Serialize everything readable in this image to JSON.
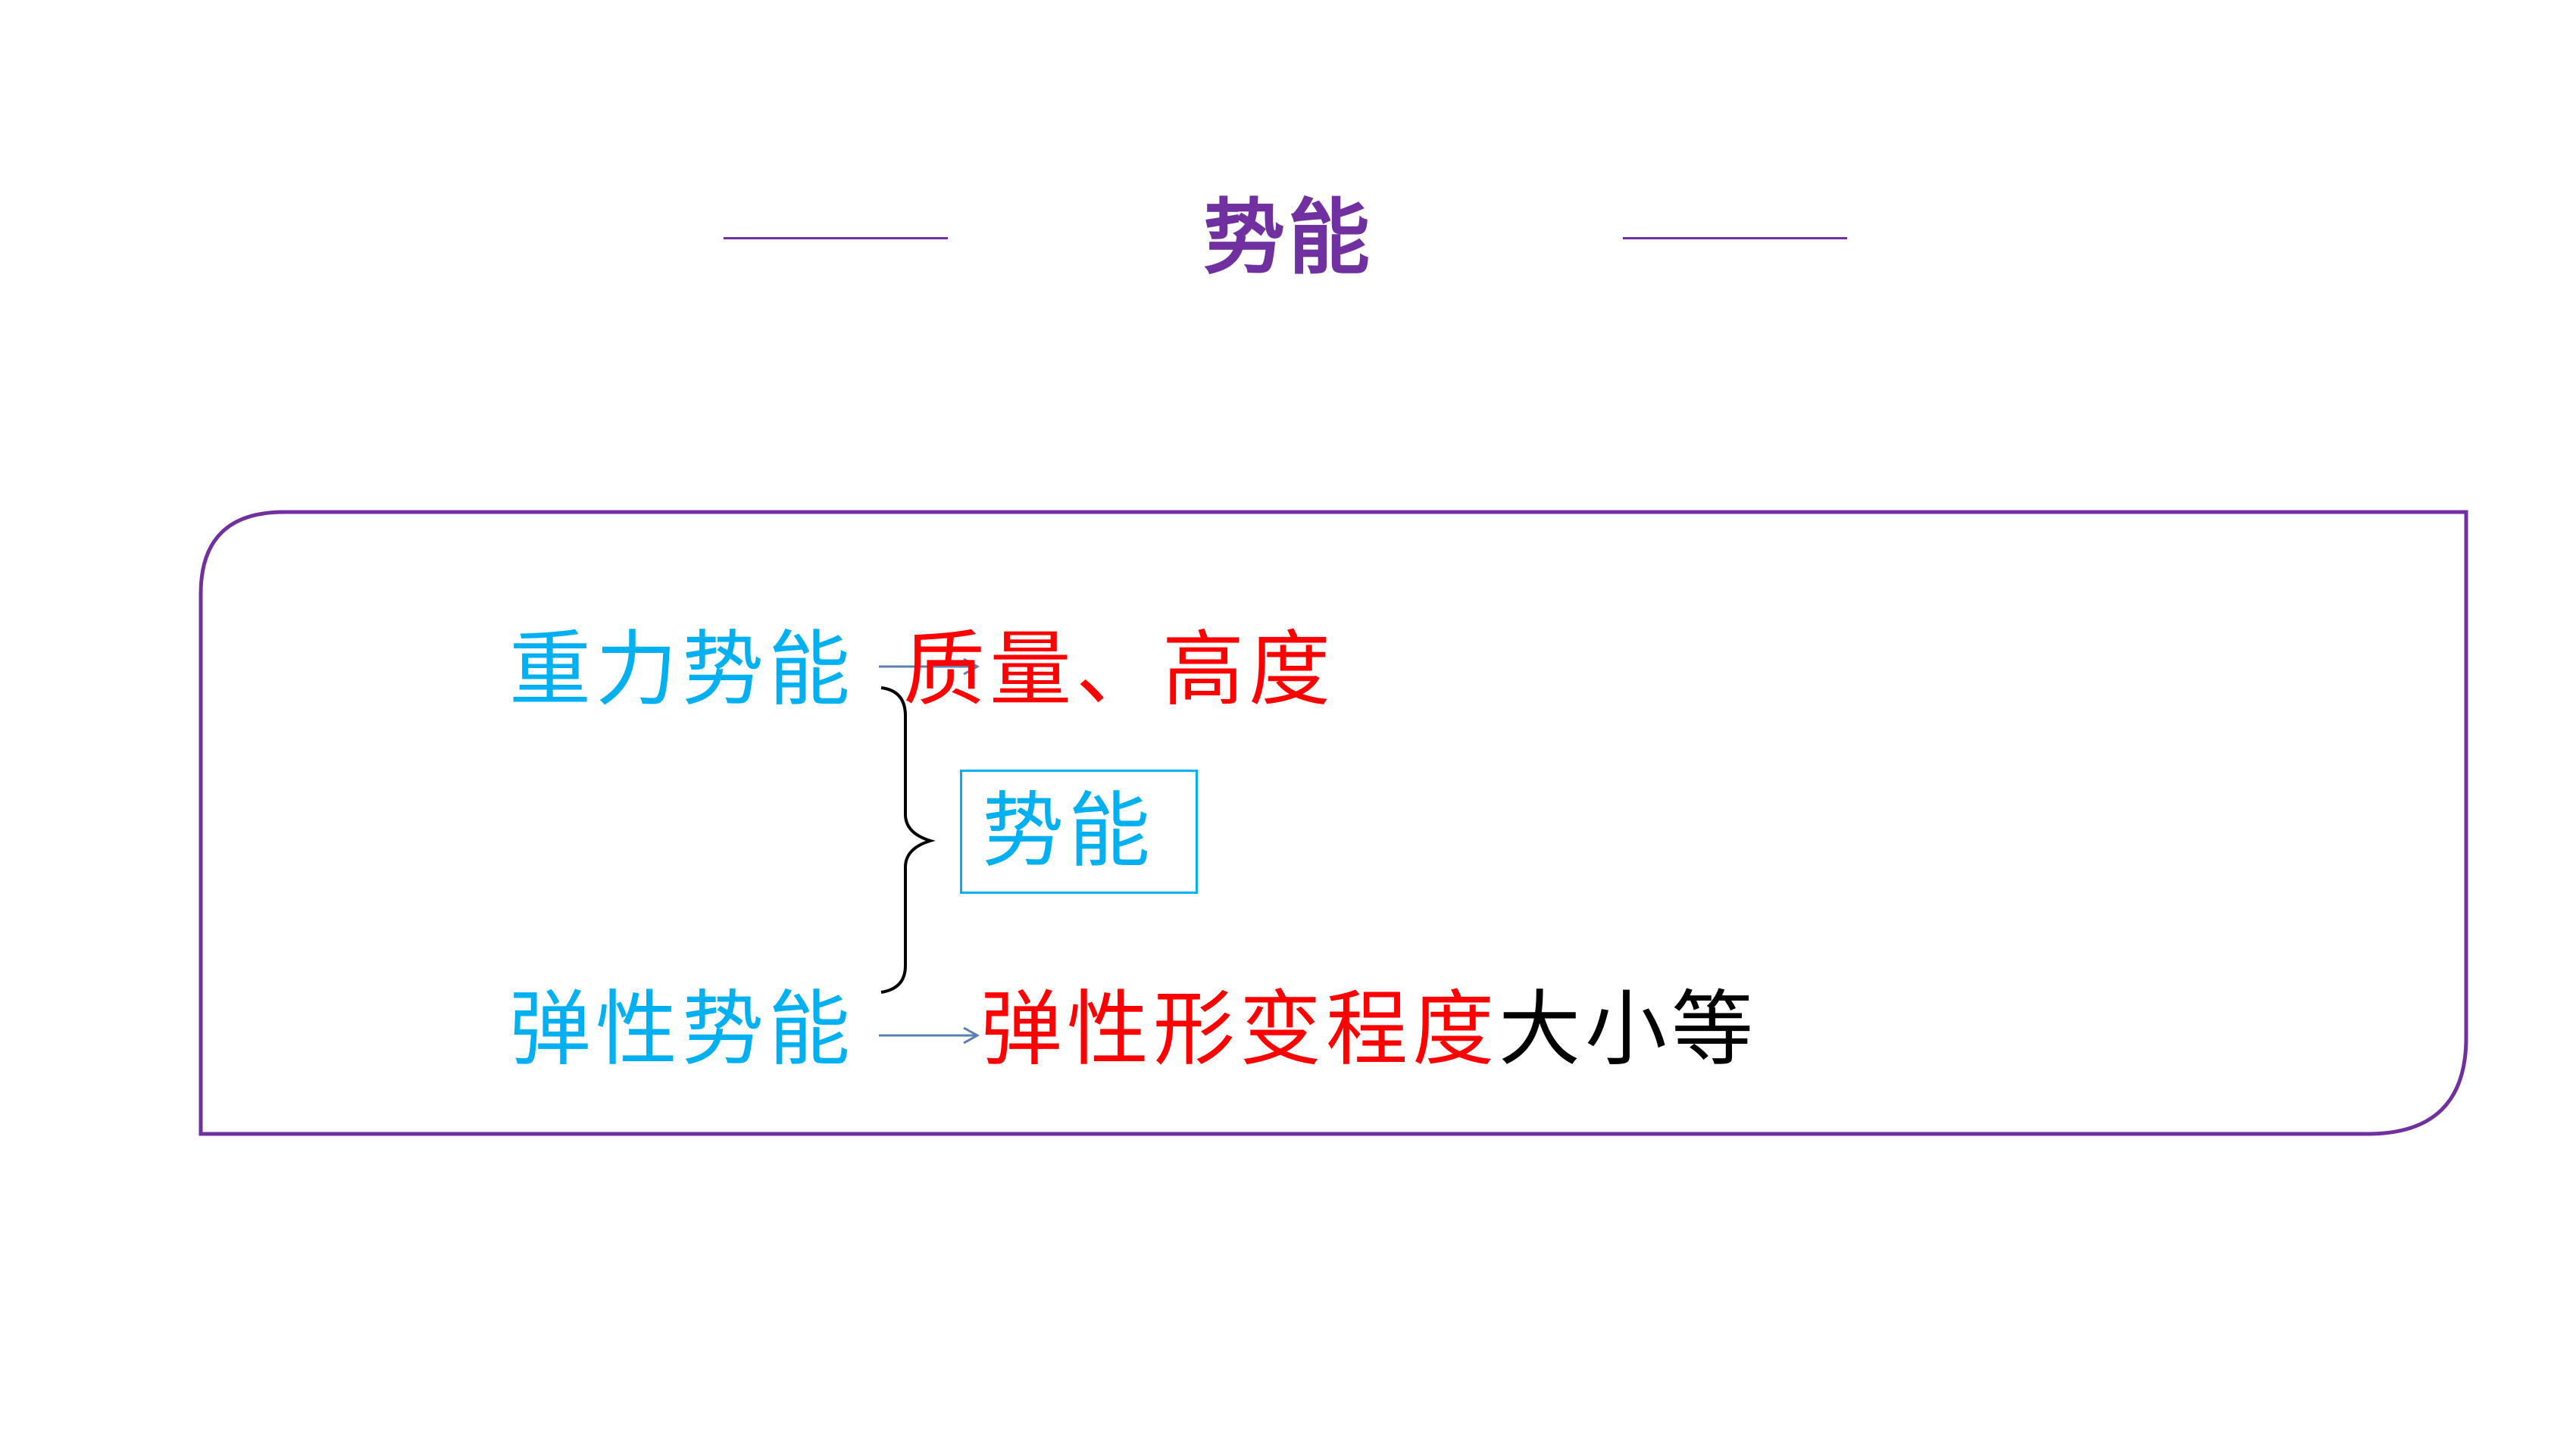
{
  "title": "势能",
  "nodes": {
    "gravitational": "重力势能",
    "gravitational_factors": "质量、高度",
    "center": "势能",
    "elastic": "弹性势能",
    "elastic_factors_red": "弹性形变程度",
    "elastic_factors_black": "大小等"
  },
  "colors": {
    "accent": "#7030a0",
    "node_blue": "#00b0f0",
    "factor_red": "#ff0000",
    "arrow": "#5b7fb5"
  }
}
